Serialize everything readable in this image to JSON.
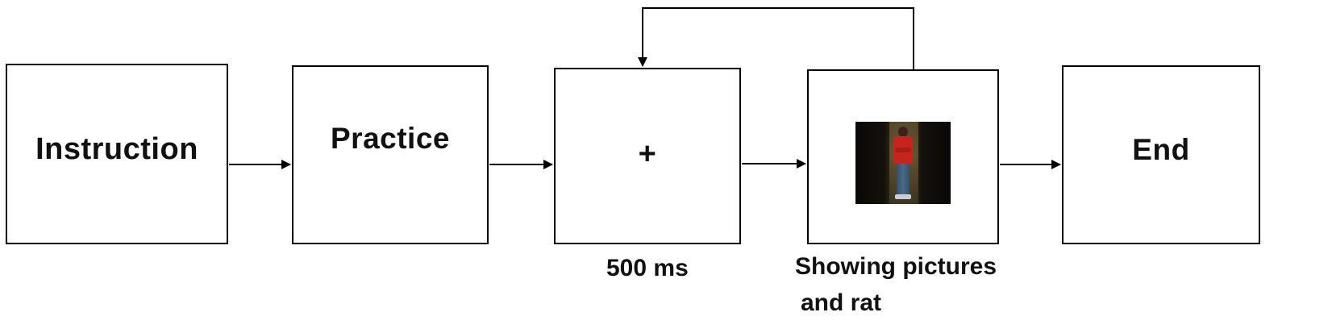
{
  "steps": {
    "instruction": "Instruction",
    "practice": "Practice",
    "fixation": "+",
    "end": "End"
  },
  "captions": {
    "fixation_duration": "500 ms",
    "showing_pictures_line1": "Showing pictures",
    "showing_pictures_line2": "and rat"
  },
  "colors": {
    "stroke": "#000000",
    "background": "#ffffff"
  }
}
